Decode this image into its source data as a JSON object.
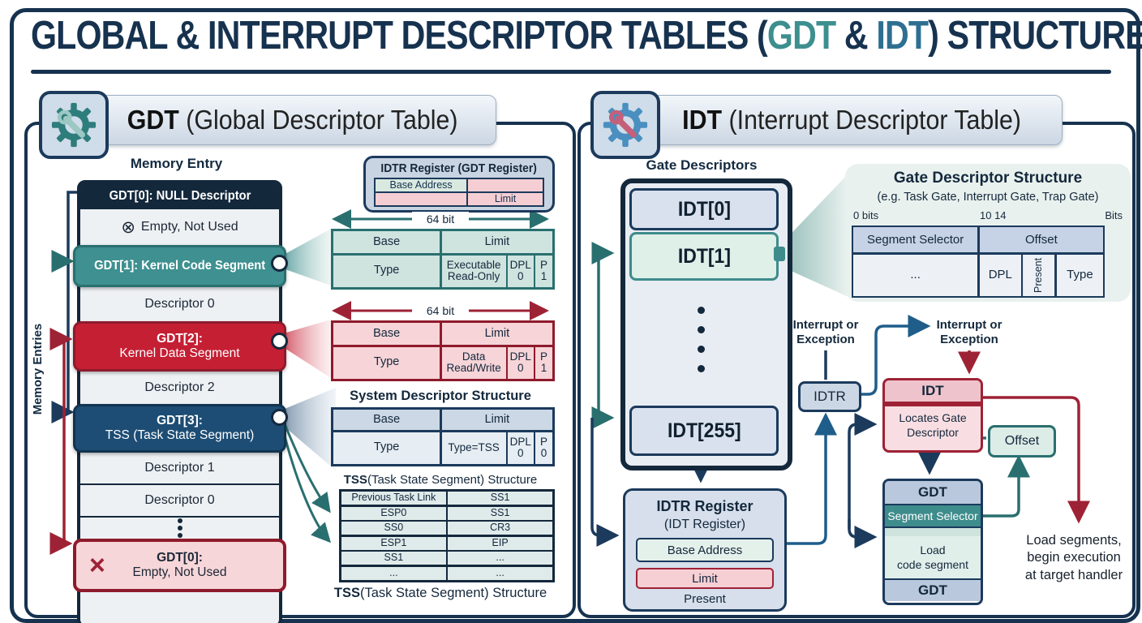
{
  "title": {
    "part1": "GLOBAL & INTERRUPT DESCRIPTOR TABLES (",
    "gdt": "GDT",
    "amp": " & ",
    "idt": "IDT",
    "part2": ") STRUCTURE"
  },
  "colors": {
    "navy": "#1b3a5c",
    "teal": "#2a6f6f",
    "crimson": "#9e2235",
    "red": "#c51f34",
    "steel_blue": "#1f5d8a",
    "mint": "#e9f1ee"
  },
  "gdt": {
    "header_bold": "GDT",
    "header_rest": " (Global Descriptor Table)",
    "memory_entry_label": "Memory Entry",
    "memory_entries_label": "Memory Entries",
    "memory_header": "GDT[0]: NULL Descriptor",
    "row_empty_icon": "⊗",
    "row_empty": "Empty, Not Used",
    "row_gdt1": "GDT[1]: Kernel Code Segment",
    "row_desc0": "Descriptor 0",
    "row_gdt2_1": "GDT[2]:",
    "row_gdt2_2": "Kernel Data Segment",
    "row_desc2": "Descriptor 2",
    "row_gdt3_1": "GDT[3]:",
    "row_gdt3_2": "TSS (Task State Segment)",
    "row_desc1": "Descriptor 1",
    "row_gdt0_icon": "×",
    "row_gdt0_1": "GDT[0]:",
    "row_gdt0_2": "Empty, Not Used",
    "gdtr_box": {
      "title": "IDTR Register (GDT Register)",
      "base": "Base Address",
      "limit": "Limit"
    },
    "bit64": "64 bit",
    "code_table": {
      "base": "Base",
      "limit": "Limit",
      "type": "Type",
      "d1": "Executable",
      "d2": "Read-Only",
      "dpl": "DPL",
      "dpl_v": "0",
      "p": "P",
      "p_v": "1"
    },
    "data_table": {
      "base": "Base",
      "limit": "Limit",
      "type": "Type",
      "d1": "Data",
      "d2": "Read/Write",
      "dpl": "DPL",
      "dpl_v": "0",
      "p": "P",
      "p_v": "1"
    },
    "sys_table": {
      "title": "System Descriptor Structure",
      "base": "Base",
      "limit": "Limit",
      "type": "Type",
      "tv": "Type=TSS",
      "dpl": "DPL",
      "dpl_v": "0",
      "p": "P",
      "p_v": "0"
    },
    "tss_table": {
      "title_b": "TSS",
      "title_r": " (Task State Segment) Structure",
      "rows": [
        [
          "Previous Task Link",
          "SS1"
        ],
        [
          "ESP0",
          "SS1"
        ],
        [
          "SS0",
          "CR3"
        ],
        [
          "ESP1",
          "EIP"
        ],
        [
          "SS1",
          "..."
        ],
        [
          "...",
          "..."
        ]
      ],
      "footer_b": "TSS",
      "footer_r": " (Task State Segment) Structure"
    }
  },
  "idt": {
    "header_bold": "IDT",
    "header_rest": " (Interrupt Descriptor Table)",
    "gate_label": "Gate Descriptors",
    "idt0": "IDT[0]",
    "idt1": "IDT[1]",
    "idt255": "IDT[255]",
    "gate_struct": {
      "title": "Gate Descriptor Structure",
      "subtitle": "(e.g. Task Gate, Interrupt Gate, Trap Gate)",
      "bits_l": "0 bits",
      "bits_m": "10 14",
      "bits_r": "Bits",
      "seg": "Segment Selector",
      "off": "Offset",
      "dots": "...",
      "dpl": "DPL",
      "present": "Present",
      "type": "Type"
    },
    "int_label1": "Interrupt or",
    "int_label2": "Exception",
    "idtr": "IDTR",
    "idtr_box": {
      "t1": "IDTR Register",
      "t2": "(IDT Register)",
      "base": "Base Address",
      "limit": "Limit",
      "present": "Present"
    },
    "idt_box": {
      "h": "IDT",
      "b1": "Locates Gate",
      "b2": "Descriptor"
    },
    "offset": "Offset",
    "gdt_box": {
      "h": "GDT",
      "seg": "Segment Selector",
      "b1": "Load",
      "b2": "code segment",
      "f": "GDT"
    },
    "load_text1": "Load segments,",
    "load_text2": "begin execution",
    "load_text3": "at target handler"
  }
}
